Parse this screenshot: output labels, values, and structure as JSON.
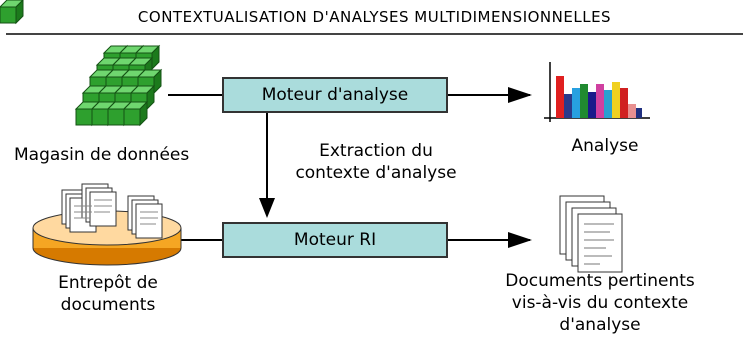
{
  "title": "CONTEXTUALISATION D'ANALYSES MULTIDIMENSIONNELLES",
  "boxes": {
    "analysis_engine": "Moteur d'analyse",
    "ir_engine": "Moteur RI"
  },
  "labels": {
    "data_store": "Magasin de données",
    "extraction_line1": "Extraction du",
    "extraction_line2": "contexte d'analyse",
    "analysis": "Analyse",
    "doc_store_line1": "Entrepôt de",
    "doc_store_line2": "documents",
    "relevant_line1": "Documents pertinents",
    "relevant_line2": "vis-à-vis du contexte",
    "relevant_line3": "d'analyse"
  },
  "icons": [
    "data-cube-icon",
    "bar-chart-icon",
    "document-warehouse-icon",
    "document-stack-icon"
  ],
  "colors": {
    "box_fill": "#aadcdc",
    "cube_green": "#2ea02e",
    "warehouse_orange": "#f5a623"
  }
}
